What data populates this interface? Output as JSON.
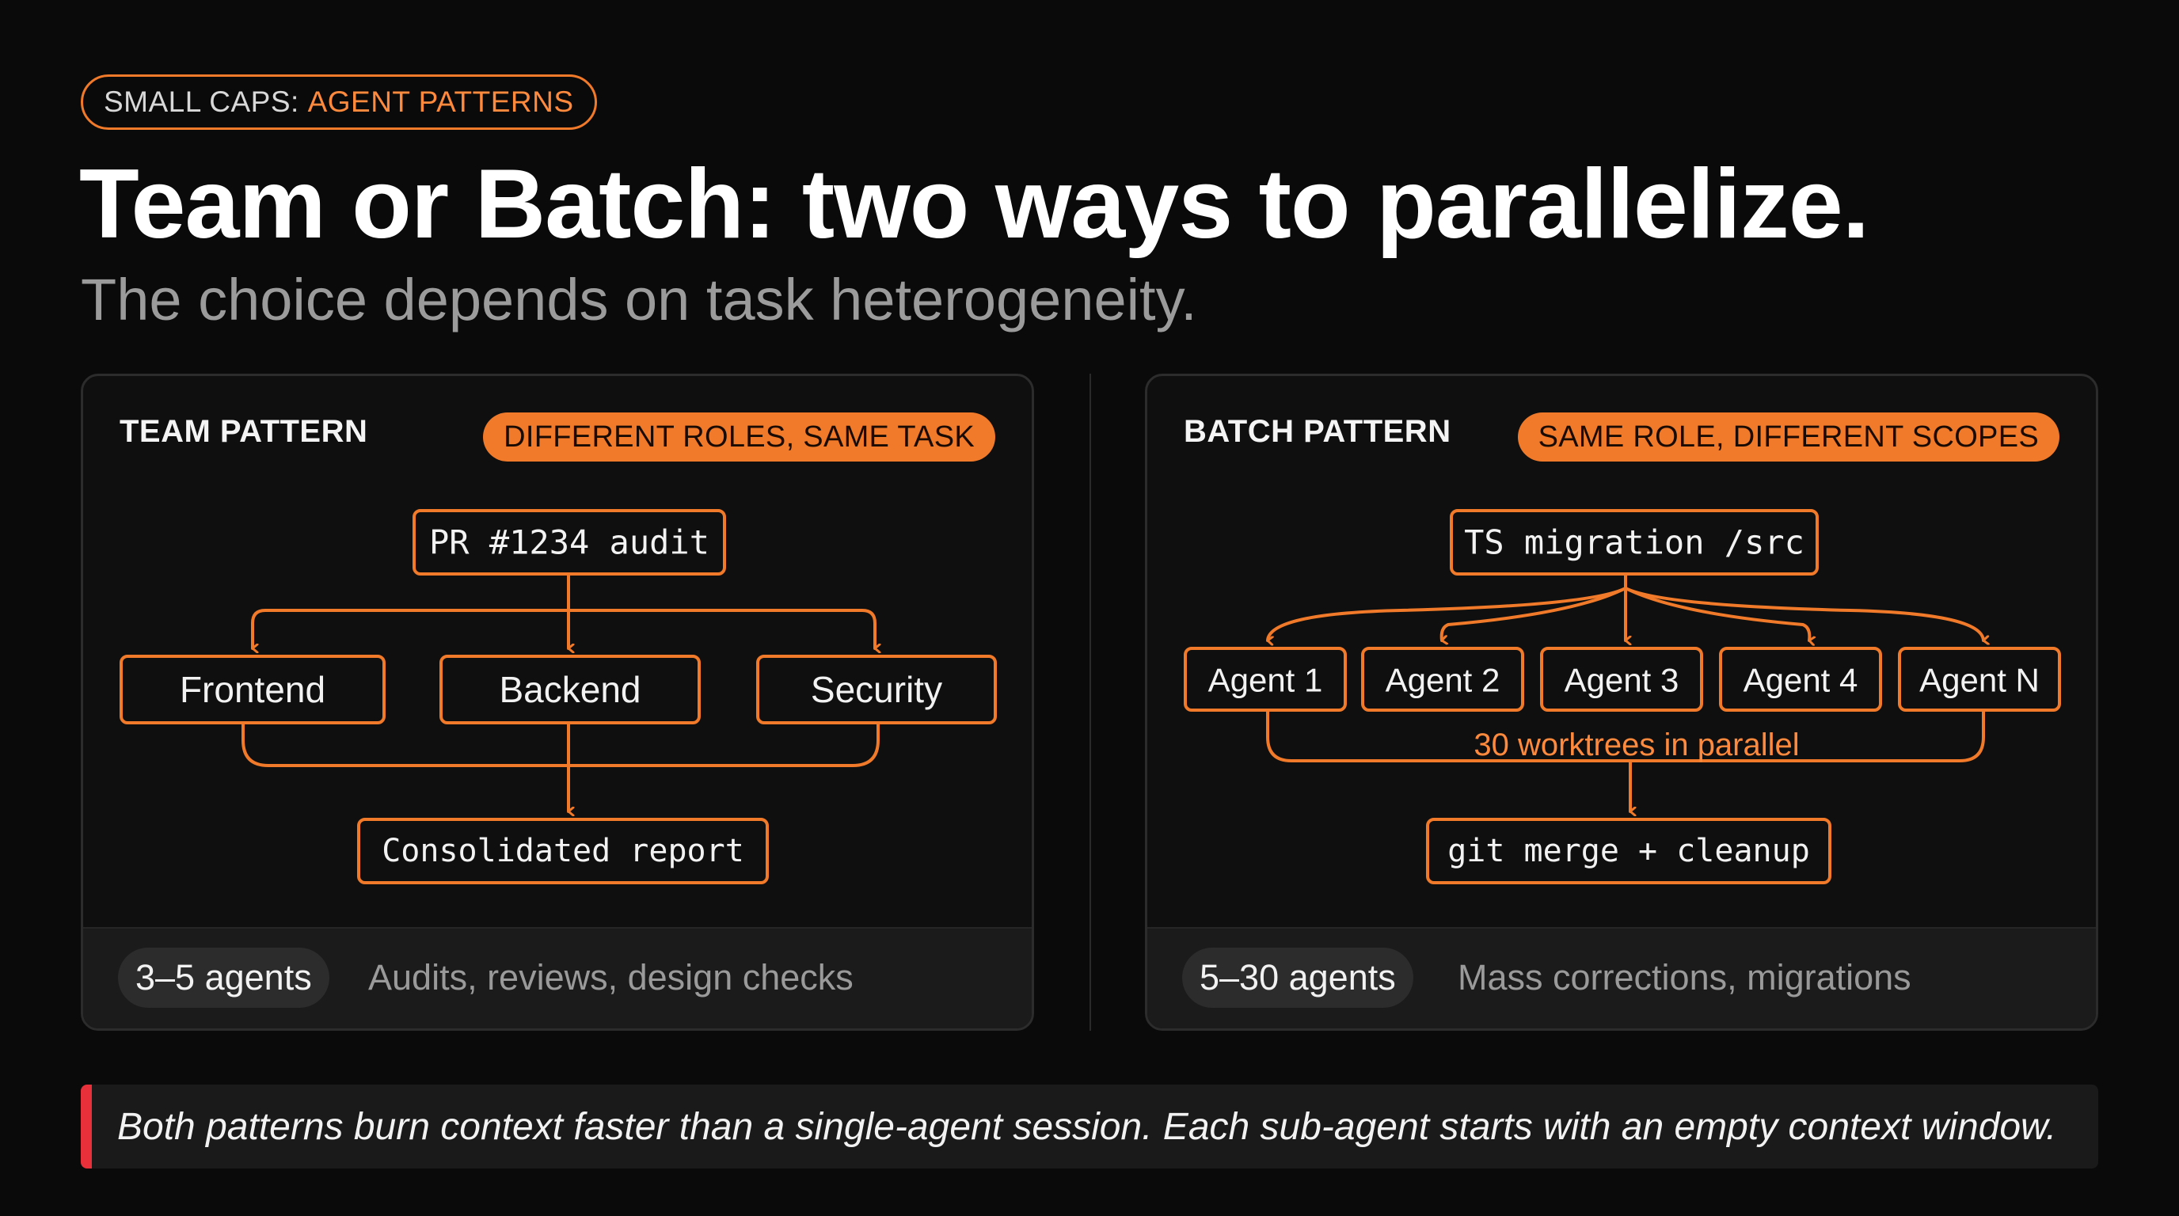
{
  "eyebrow": {
    "prefix": "SMALL CAPS:",
    "accent": "AGENT PATTERNS"
  },
  "title": "Team or Batch: two ways to parallelize.",
  "subtitle": "The choice depends on task heterogeneity.",
  "colors": {
    "accent": "#f07a2a",
    "accent_text": "#ff8a3d",
    "warning_bar": "#e8303a",
    "background": "#0a0a0a",
    "panel": "#0f0f0f"
  },
  "team": {
    "name": "TEAM PATTERN",
    "tag": "DIFFERENT ROLES, SAME TASK",
    "root": "PR #1234 audit",
    "nodes": [
      "Frontend",
      "Backend",
      "Security"
    ],
    "result": "Consolidated report",
    "count": "3–5 agents",
    "use_cases": "Audits, reviews, design checks"
  },
  "batch": {
    "name": "BATCH PATTERN",
    "tag": "SAME ROLE, DIFFERENT SCOPES",
    "root": "TS migration /src",
    "nodes": [
      "Agent 1",
      "Agent 2",
      "Agent 3",
      "Agent 4",
      "Agent N"
    ],
    "note": "30 worktrees in parallel",
    "result": "git merge + cleanup",
    "count": "5–30 agents",
    "use_cases": "Mass corrections, migrations"
  },
  "callout": "Both patterns burn context faster than a single-agent session. Each sub-agent starts with an empty context window."
}
